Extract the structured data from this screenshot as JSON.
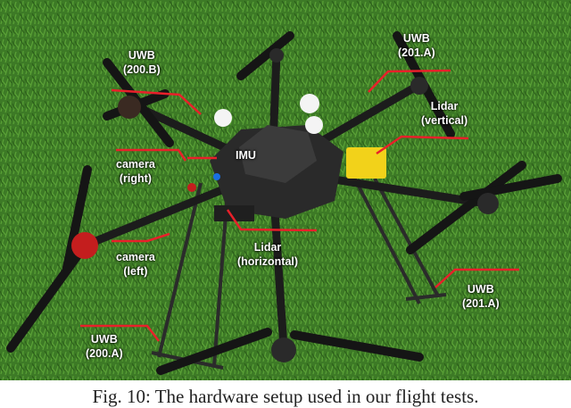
{
  "labels": {
    "uwb_200b": {
      "line1": "UWB",
      "line2": "(200.B)"
    },
    "uwb_201a_top": {
      "line1": "UWB",
      "line2": "(201.A)"
    },
    "lidar_vertical": {
      "line1": "Lidar",
      "line2": "(vertical)"
    },
    "imu": {
      "line1": "IMU"
    },
    "camera_right": {
      "line1": "camera",
      "line2": "(right)"
    },
    "camera_left": {
      "line1": "camera",
      "line2": "(left)"
    },
    "lidar_horizontal": {
      "line1": "Lidar",
      "line2": "(horizontal)"
    },
    "uwb_201a_bottom": {
      "line1": "UWB",
      "line2": "(201.A)"
    },
    "uwb_200a": {
      "line1": "UWB",
      "line2": "(200.A)"
    }
  },
  "caption": "Fig. 10: The hardware setup used in our flight tests.",
  "colors": {
    "grass": "#3f7f28",
    "leader_line": "#e8202a",
    "frame": "#1c1c1c",
    "battery": "#f2d21a"
  }
}
